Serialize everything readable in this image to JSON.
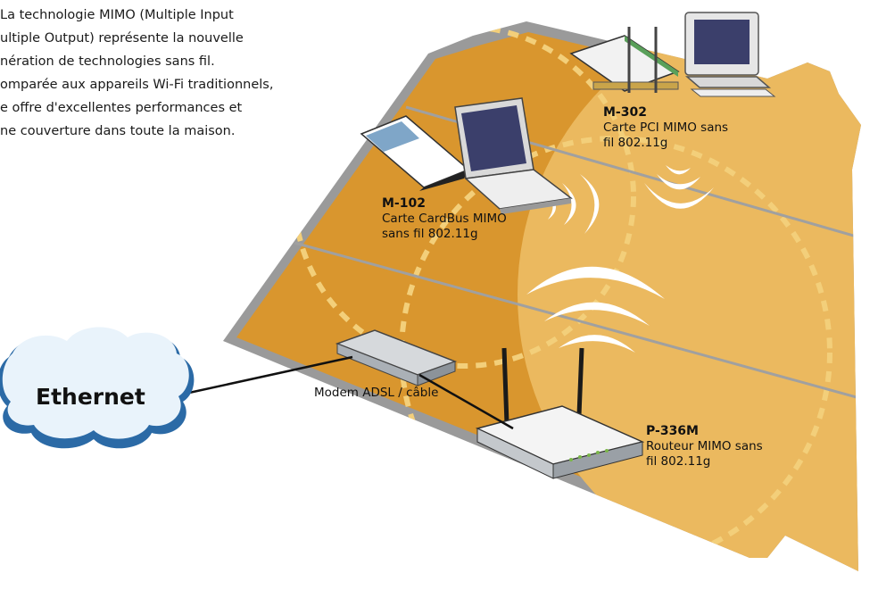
{
  "intro": {
    "lines": [
      "La technologie MIMO (Multiple Input",
      "ultiple Output) représente la nouvelle",
      "nération de technologies sans fil.",
      "omparée aux appareils Wi-Fi traditionnels,",
      "e offre d'excellentes performances et",
      "ne couverture dans toute la maison."
    ]
  },
  "devices": {
    "m302": {
      "code": "M-302",
      "desc1": "Carte PCI MIMO sans",
      "desc2": "fil 802.11g"
    },
    "m102": {
      "code": "M-102",
      "desc1": "Carte CardBus MIMO",
      "desc2": "sans fil 802.11g"
    },
    "p336m": {
      "code": "P-336M",
      "desc1": "Routeur MIMO sans",
      "desc2": "fil 802.11g"
    }
  },
  "modem_label": "Modem ADSL / câble",
  "cloud_label": "Ethernet",
  "colors": {
    "floor_dark": "#d9962e",
    "floor_light": "#ebb95f",
    "floor_border": "#9a9a9a",
    "dashed_circle": "#f3cf7a",
    "wave": "#ffffff",
    "cloud_fill": "#e9f3fb",
    "cloud_stroke": "#2b6aa6"
  }
}
